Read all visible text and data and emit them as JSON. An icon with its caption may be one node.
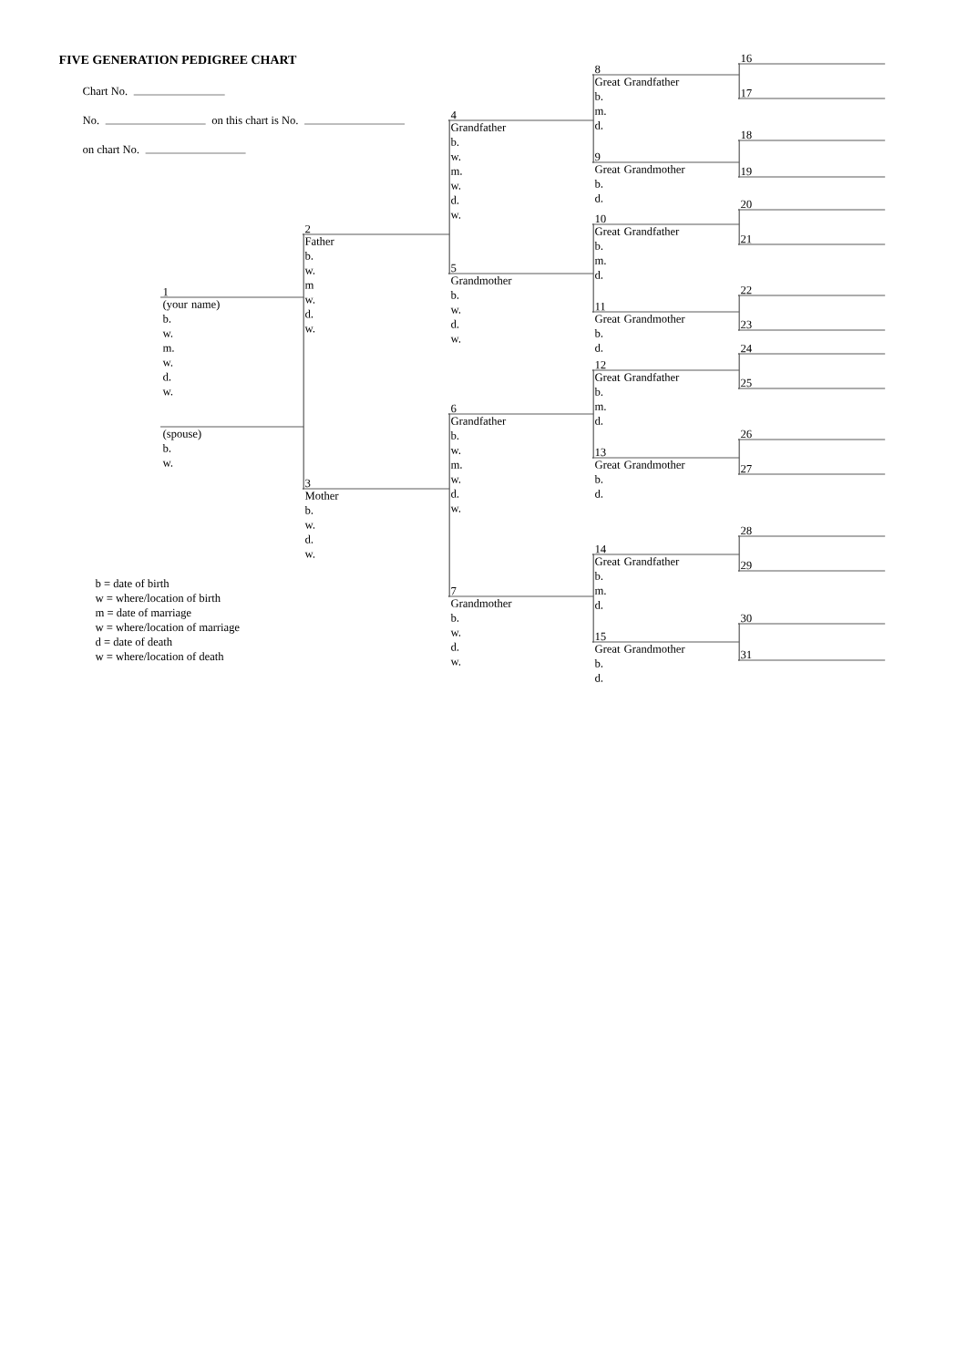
{
  "diagram": {
    "title": "FIVE GENERATION PEDIGREE CHART",
    "nodes": [
      {
        "text": [
          "1",
          "(your name)",
          "b.",
          "w.",
          "m.",
          "w.",
          "d.",
          "w."
        ]
      },
      {
        "text": [
          "(spouse)",
          "b.",
          "w."
        ]
      },
      {
        "text": [
          "2",
          "Father",
          "b.",
          "w.",
          "m",
          "w.",
          "d.",
          "w."
        ]
      },
      {
        "text": [
          "3",
          "Mother",
          "b.",
          "w.",
          "d.",
          "w."
        ]
      },
      {
        "text": [
          "4",
          "Grandfather",
          "b.",
          "w.",
          "m.",
          "w.",
          "d.",
          "w."
        ]
      },
      {
        "text": [
          "5",
          "Grandmother",
          "b.",
          "w.",
          "d.",
          "w."
        ]
      },
      {
        "text": [
          "6",
          "Grandfather",
          "b.",
          "w.",
          "m.",
          "w.",
          "d.",
          "w."
        ]
      },
      {
        "text": [
          "7",
          "Grandmother",
          "b.",
          "w.",
          "d.",
          "w."
        ]
      },
      {
        "text": [
          "8",
          "Great Grandfather",
          "b.",
          "m.",
          "d."
        ]
      },
      {
        "text": [
          "9",
          "Great Grandmother",
          "b.",
          "d."
        ]
      },
      {
        "text": [
          "10",
          "Great Grandfather",
          "b.",
          "m.",
          "d."
        ]
      },
      {
        "text": [
          "11",
          "Great Grandmother",
          "b.",
          "d."
        ]
      },
      {
        "text": [
          "12",
          "Great Grandfather",
          "b.",
          "m.",
          "d."
        ]
      },
      {
        "text": [
          "13",
          "Great Grandmother",
          "b.",
          "d."
        ]
      },
      {
        "text": [
          "14",
          "Great Grandfather",
          "b.",
          "m.",
          "d."
        ]
      },
      {
        "text": [
          "15",
          "Great Grandmother",
          "b.",
          "d."
        ]
      },
      {
        "text": [
          "16"
        ]
      },
      {
        "text": [
          "17"
        ]
      },
      {
        "text": [
          "18"
        ]
      },
      {
        "text": [
          "19"
        ]
      },
      {
        "text": [
          "20"
        ]
      },
      {
        "text": [
          "21"
        ]
      },
      {
        "text": [
          "22"
        ]
      },
      {
        "text": [
          "23"
        ]
      },
      {
        "text": [
          "24"
        ]
      },
      {
        "text": [
          "25"
        ]
      },
      {
        "text": [
          "26"
        ]
      },
      {
        "text": [
          "27"
        ]
      },
      {
        "text": [
          "28"
        ]
      },
      {
        "text": [
          "29"
        ]
      },
      {
        "text": [
          "30"
        ]
      },
      {
        "text": [
          "31"
        ]
      }
    ],
    "edges": [
      {
        "from": 0,
        "to": 2,
        "arrow": "none"
      },
      {
        "from": 0,
        "to": 3,
        "arrow": "none"
      },
      {
        "from": 2,
        "to": 4,
        "arrow": "none"
      },
      {
        "from": 2,
        "to": 5,
        "arrow": "none"
      },
      {
        "from": 3,
        "to": 6,
        "arrow": "none"
      },
      {
        "from": 3,
        "to": 7,
        "arrow": "none"
      },
      {
        "from": 4,
        "to": 8,
        "arrow": "none"
      },
      {
        "from": 4,
        "to": 9,
        "arrow": "none"
      },
      {
        "from": 5,
        "to": 10,
        "arrow": "none"
      },
      {
        "from": 5,
        "to": 11,
        "arrow": "none"
      },
      {
        "from": 6,
        "to": 12,
        "arrow": "none"
      },
      {
        "from": 6,
        "to": 13,
        "arrow": "none"
      },
      {
        "from": 7,
        "to": 14,
        "arrow": "none"
      },
      {
        "from": 7,
        "to": 15,
        "arrow": "none"
      },
      {
        "from": 8,
        "to": 16,
        "arrow": "none"
      },
      {
        "from": 8,
        "to": 17,
        "arrow": "none"
      },
      {
        "from": 9,
        "to": 18,
        "arrow": "none"
      },
      {
        "from": 9,
        "to": 19,
        "arrow": "none"
      },
      {
        "from": 10,
        "to": 20,
        "arrow": "none"
      },
      {
        "from": 10,
        "to": 21,
        "arrow": "none"
      },
      {
        "from": 11,
        "to": 22,
        "arrow": "none"
      },
      {
        "from": 11,
        "to": 23,
        "arrow": "none"
      },
      {
        "from": 12,
        "to": 24,
        "arrow": "none"
      },
      {
        "from": 12,
        "to": 25,
        "arrow": "none"
      },
      {
        "from": 13,
        "to": 26,
        "arrow": "none"
      },
      {
        "from": 13,
        "to": 27,
        "arrow": "none"
      },
      {
        "from": 14,
        "to": 28,
        "arrow": "none"
      },
      {
        "from": 14,
        "to": 29,
        "arrow": "none"
      },
      {
        "from": 15,
        "to": 30,
        "arrow": "none"
      },
      {
        "from": 15,
        "to": 31,
        "arrow": "none"
      }
    ],
    "labels": [
      "Chart No.",
      "No.",
      "on this chart is No.",
      "on chart No.",
      "b = date of birth",
      "w = where/location of birth",
      "m = date of marriage",
      "w = where/location of marriage",
      "d = date of death",
      "w = where/location of death"
    ]
  }
}
